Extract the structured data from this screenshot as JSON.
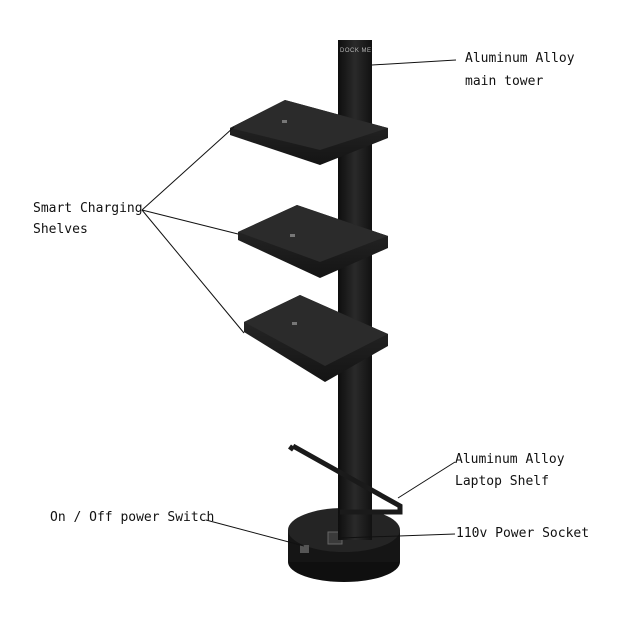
{
  "labels": {
    "tower_line1": "Aluminum Alloy",
    "tower_line2": "main tower",
    "shelves_line1": "Smart Charging",
    "shelves_line2": "Shelves",
    "laptop_line1": "Aluminum Alloy",
    "laptop_line2": "Laptop Shelf",
    "switch": "On / Off power Switch",
    "socket": "110v Power Socket"
  },
  "product_brand": "DOCK ME",
  "colors": {
    "background": "#ffffff",
    "product": "#1a1a1a",
    "leader_lines": "#111111"
  }
}
